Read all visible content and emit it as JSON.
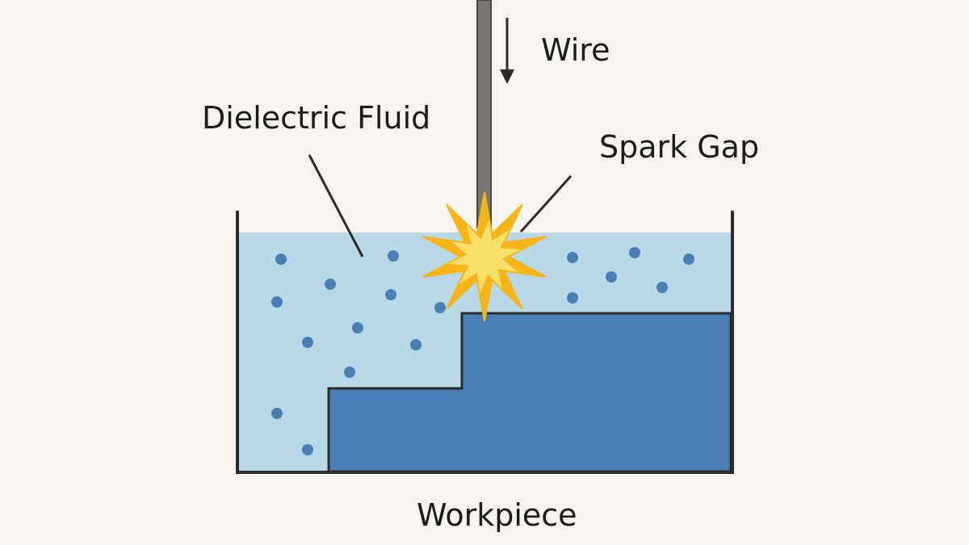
{
  "labels": {
    "wire": "Wire",
    "dielectric_fluid": "Dielectric Fluid",
    "spark_gap": "Spark Gap",
    "workpiece": "Workpiece"
  },
  "colors": {
    "background": "#f8f5f0",
    "fluid": "#b9d8e8",
    "workpiece": "#4a7fb5",
    "bubble": "#4a7fb5",
    "wire": "#7a7670",
    "outline": "#2b2b2b",
    "spark_outer": "#f6b417",
    "spark_inner": "#f8df6a"
  },
  "icons": {
    "wire_direction": "down-arrow-icon",
    "spark": "spark-burst-icon"
  }
}
